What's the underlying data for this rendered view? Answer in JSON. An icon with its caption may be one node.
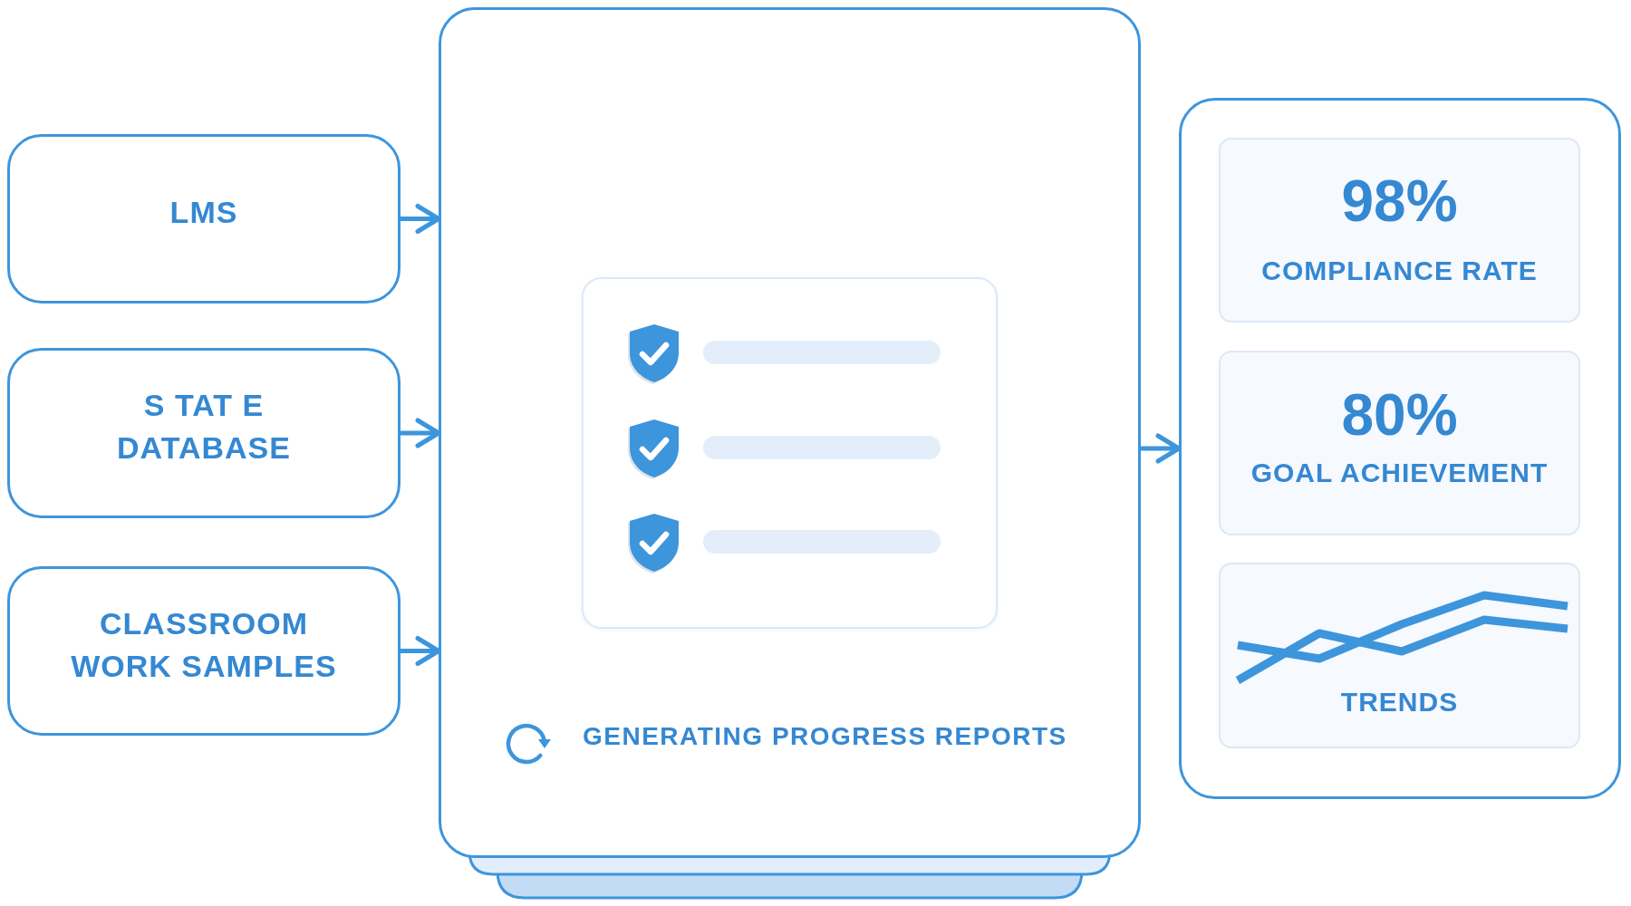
{
  "diagram": {
    "nodes": [
      {
        "text": [
          "LMS"
        ]
      },
      {
        "text": [
          "S TAT E DATABASE"
        ]
      },
      {
        "text": [
          "CLASSROOM WORK SAMPLES"
        ]
      },
      {
        "text": [
          "GENERATING PROGRESS REPORTS"
        ]
      },
      {
        "text": [],
        "shape": "box"
      },
      {
        "text": [
          "98%",
          "COMPLIANCE RATE"
        ],
        "in": 4
      },
      {
        "text": [
          "80%",
          "GOAL ACHIEVEMENT"
        ],
        "in": 4
      },
      {
        "text": [
          "TRENDS"
        ],
        "in": 4
      }
    ],
    "edges": [
      {
        "from": 0,
        "to": 3,
        "arrow": "to"
      },
      {
        "from": 1,
        "to": 3,
        "arrow": "to"
      },
      {
        "from": 2,
        "to": 3,
        "arrow": "to"
      },
      {
        "from": 3,
        "to": 4,
        "arrow": "to"
      }
    ]
  }
}
